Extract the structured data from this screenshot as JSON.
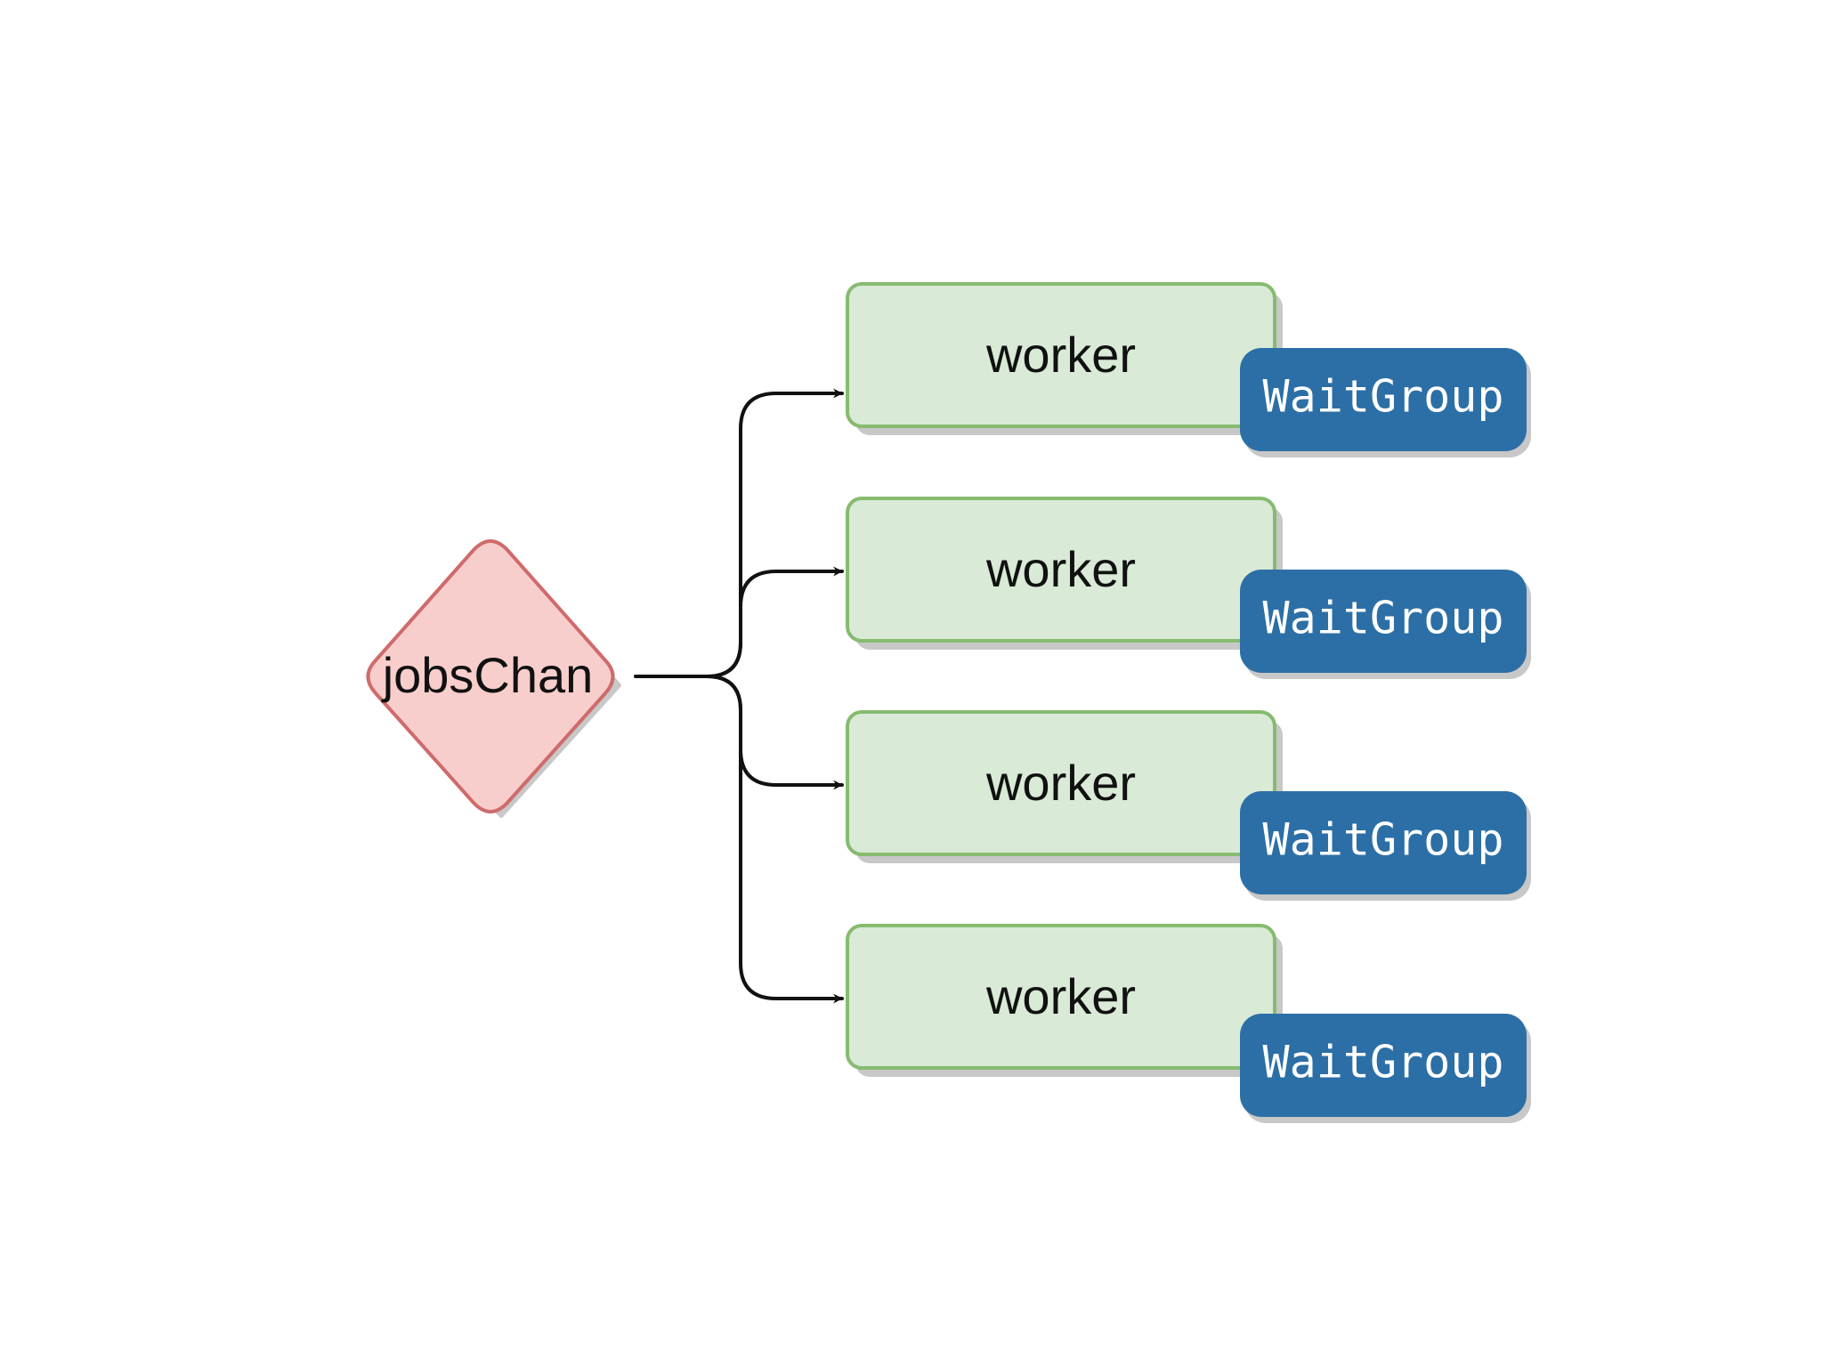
{
  "channel": {
    "label": "jobsChan"
  },
  "workers": [
    {
      "label": "worker",
      "badge": "WaitGroup"
    },
    {
      "label": "worker",
      "badge": "WaitGroup"
    },
    {
      "label": "worker",
      "badge": "WaitGroup"
    },
    {
      "label": "worker",
      "badge": "WaitGroup"
    }
  ],
  "colors": {
    "channel_fill": "#f8cecc",
    "channel_stroke": "#cf6b6b",
    "worker_fill": "#d9ead7",
    "worker_stroke": "#86bb70",
    "badge_fill": "#2c6fa6",
    "shadow": "#c8c8c8",
    "edge": "#111111"
  }
}
